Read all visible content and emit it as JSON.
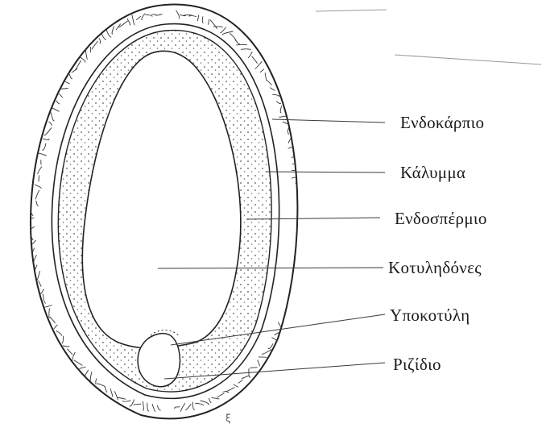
{
  "diagram": {
    "labels": [
      {
        "id": "endocarp",
        "text": "Ενδοκάρπιο"
      },
      {
        "id": "seed-coat",
        "text": "Κάλυμμα"
      },
      {
        "id": "endosperm",
        "text": "Ενδοσπέρμιο"
      },
      {
        "id": "cotyledons",
        "text": "Κοτυληδόνες"
      },
      {
        "id": "hypocotyl",
        "text": "Υποκοτύλη"
      },
      {
        "id": "radicle",
        "text": "Ριζίδιο"
      }
    ]
  }
}
